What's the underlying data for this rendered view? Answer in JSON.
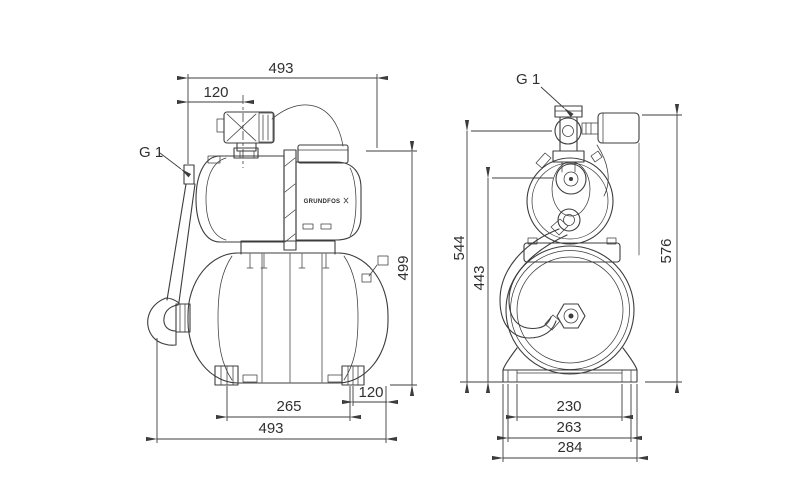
{
  "drawing": {
    "background": "#ffffff",
    "line_color": "#3c3c3c",
    "text_color": "#303030",
    "brand_mark": "GRUNDFOS"
  },
  "left_view": {
    "port_label": "G 1",
    "dim_overall_length_top": "493",
    "dim_port_offset": "120",
    "dim_pump_height": "499",
    "dim_foot_spacing": "265",
    "dim_foot_to_end": "120",
    "dim_overall_length_bottom": "493"
  },
  "right_view": {
    "port_label": "G 1",
    "dim_port_height": "544",
    "dim_ejector_height": "443",
    "dim_overall_height": "576",
    "dim_foot_arch_width": "230",
    "dim_saddle_width": "263",
    "dim_base_width": "284"
  }
}
